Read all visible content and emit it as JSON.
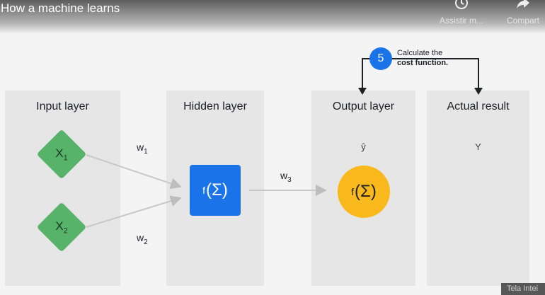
{
  "video": {
    "title": "How a machine learns",
    "actions": [
      {
        "label": "Assistir m...",
        "icon": "clock-icon"
      },
      {
        "label": "Compart",
        "icon": "share-icon"
      }
    ],
    "fullscreen_hint": "Tela Intei"
  },
  "diagram": {
    "step": {
      "number": "5",
      "line1": "Calculate the",
      "line2": "cost function."
    },
    "panels": [
      {
        "title": "Input layer"
      },
      {
        "title": "Hidden layer"
      },
      {
        "title": "Output layer",
        "sub": "ŷ"
      },
      {
        "title": "Actual result",
        "sub": "Y"
      }
    ],
    "inputs": [
      {
        "base": "X",
        "sub": "1"
      },
      {
        "base": "X",
        "sub": "2"
      }
    ],
    "weights": [
      {
        "base": "w",
        "sub": "1"
      },
      {
        "base": "w",
        "sub": "2"
      },
      {
        "base": "w",
        "sub": "3"
      }
    ],
    "hidden_node": {
      "f": "f",
      "sigma": "(Σ)"
    },
    "output_node": {
      "f": "f",
      "sigma": "(Σ)"
    },
    "colors": {
      "input_node": "#57b26a",
      "hidden_node": "#1a73e8",
      "output_node": "#f9b91c",
      "step_badge": "#1a73e8",
      "panel": "#e6e6e6"
    }
  }
}
